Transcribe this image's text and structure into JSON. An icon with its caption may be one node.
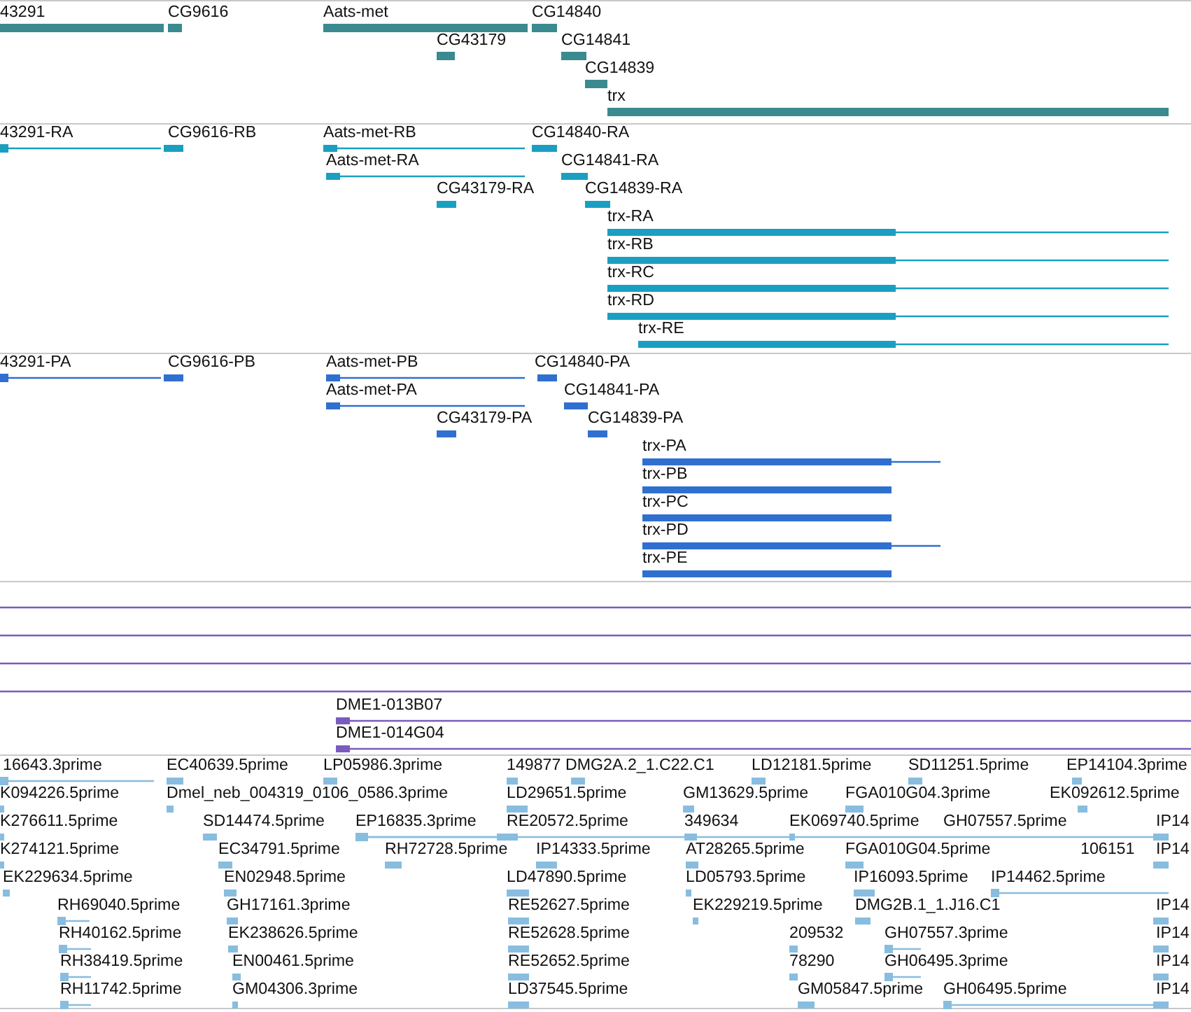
{
  "diagram": {
    "labels": [
      "43291",
      "CG9616",
      "Aats-met",
      "CG14840",
      "CG43179",
      "CG14841",
      "CG14839",
      "trx",
      "43291-RA",
      "CG9616-RB",
      "Aats-met-RB",
      "CG14840-RA",
      "Aats-met-RA",
      "CG14841-RA",
      "CG43179-RA",
      "CG14839-RA",
      "trx-RA",
      "trx-RB",
      "trx-RC",
      "trx-RD",
      "trx-RE",
      "43291-PA",
      "CG9616-PB",
      "Aats-met-PB",
      "CG14840-PA",
      "Aats-met-PA",
      "CG14841-PA",
      "CG43179-PA",
      "CG14839-PA",
      "trx-PA",
      "trx-PB",
      "trx-PC",
      "trx-PD",
      "trx-PE",
      "DME1-013B07",
      "DME1-014G04",
      "16643.3prime",
      "EC40639.5prime",
      "LP05986.3prime",
      "149877",
      "DMG2A.2_1.C22.C1",
      "LD12181.5prime",
      "SD11251.5prime",
      "EP14104.3prime",
      "K094226.5prime",
      "Dmel_neb_004319_0106_0586.3prime",
      "LD29651.5prime",
      "GM13629.5prime",
      "FGA010G04.3prime",
      "EK092612.5prime",
      "K276611.5prime",
      "SD14474.5prime",
      "EP16835.3prime",
      "RE20572.5prime",
      "349634",
      "EK069740.5prime",
      "GH07557.5prime",
      "IP14",
      "K274121.5prime",
      "EC34791.5prime",
      "RH72728.5prime",
      "IP14333.5prime",
      "AT28265.5prime",
      "FGA010G04.5prime",
      "106151",
      "IP14",
      "EK229634.5prime",
      "EN02948.5prime",
      "LD47890.5prime",
      "LD05793.5prime",
      "IP16093.5prime",
      "IP14462.5prime",
      "RH69040.5prime",
      "GH17161.3prime",
      "RE52627.5prime",
      "EK229219.5prime",
      "DMG2B.1_1.J16.C1",
      "IP14",
      "RH40162.5prime",
      "EK238626.5prime",
      "RE52628.5prime",
      "209532",
      "GH07557.3prime",
      "IP14",
      "RH38419.5prime",
      "EN00461.5prime",
      "RE52652.5prime",
      "78290",
      "GH06495.3prime",
      "IP14",
      "RH11742.5prime",
      "GM04306.3prime",
      "LD37545.5prime",
      "GM05847.5prime",
      "GH06495.5prime",
      "IP14"
    ]
  }
}
